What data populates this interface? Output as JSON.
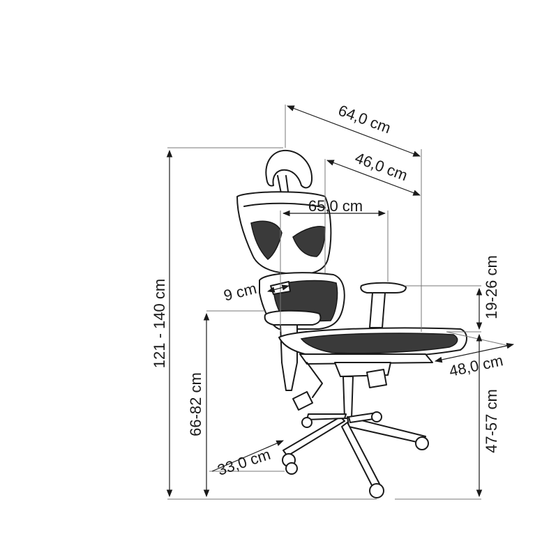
{
  "dimensions": {
    "total_height": "121 - 140 cm",
    "seat_height": "66-82 cm",
    "armrest_seat_height": "47-57 cm",
    "armrest_adjust": "19-26 cm",
    "overall_width": "64,0 cm",
    "backrest_width": "46,0 cm",
    "backrest_depth": "65,0 cm",
    "lumbar": "9 cm",
    "seat_depth": "48,0 cm",
    "base_radius": "33,0 cm"
  },
  "colors": {
    "line": "#1a1a1a",
    "extension": "#777777",
    "mesh": "#3a3a3a"
  }
}
